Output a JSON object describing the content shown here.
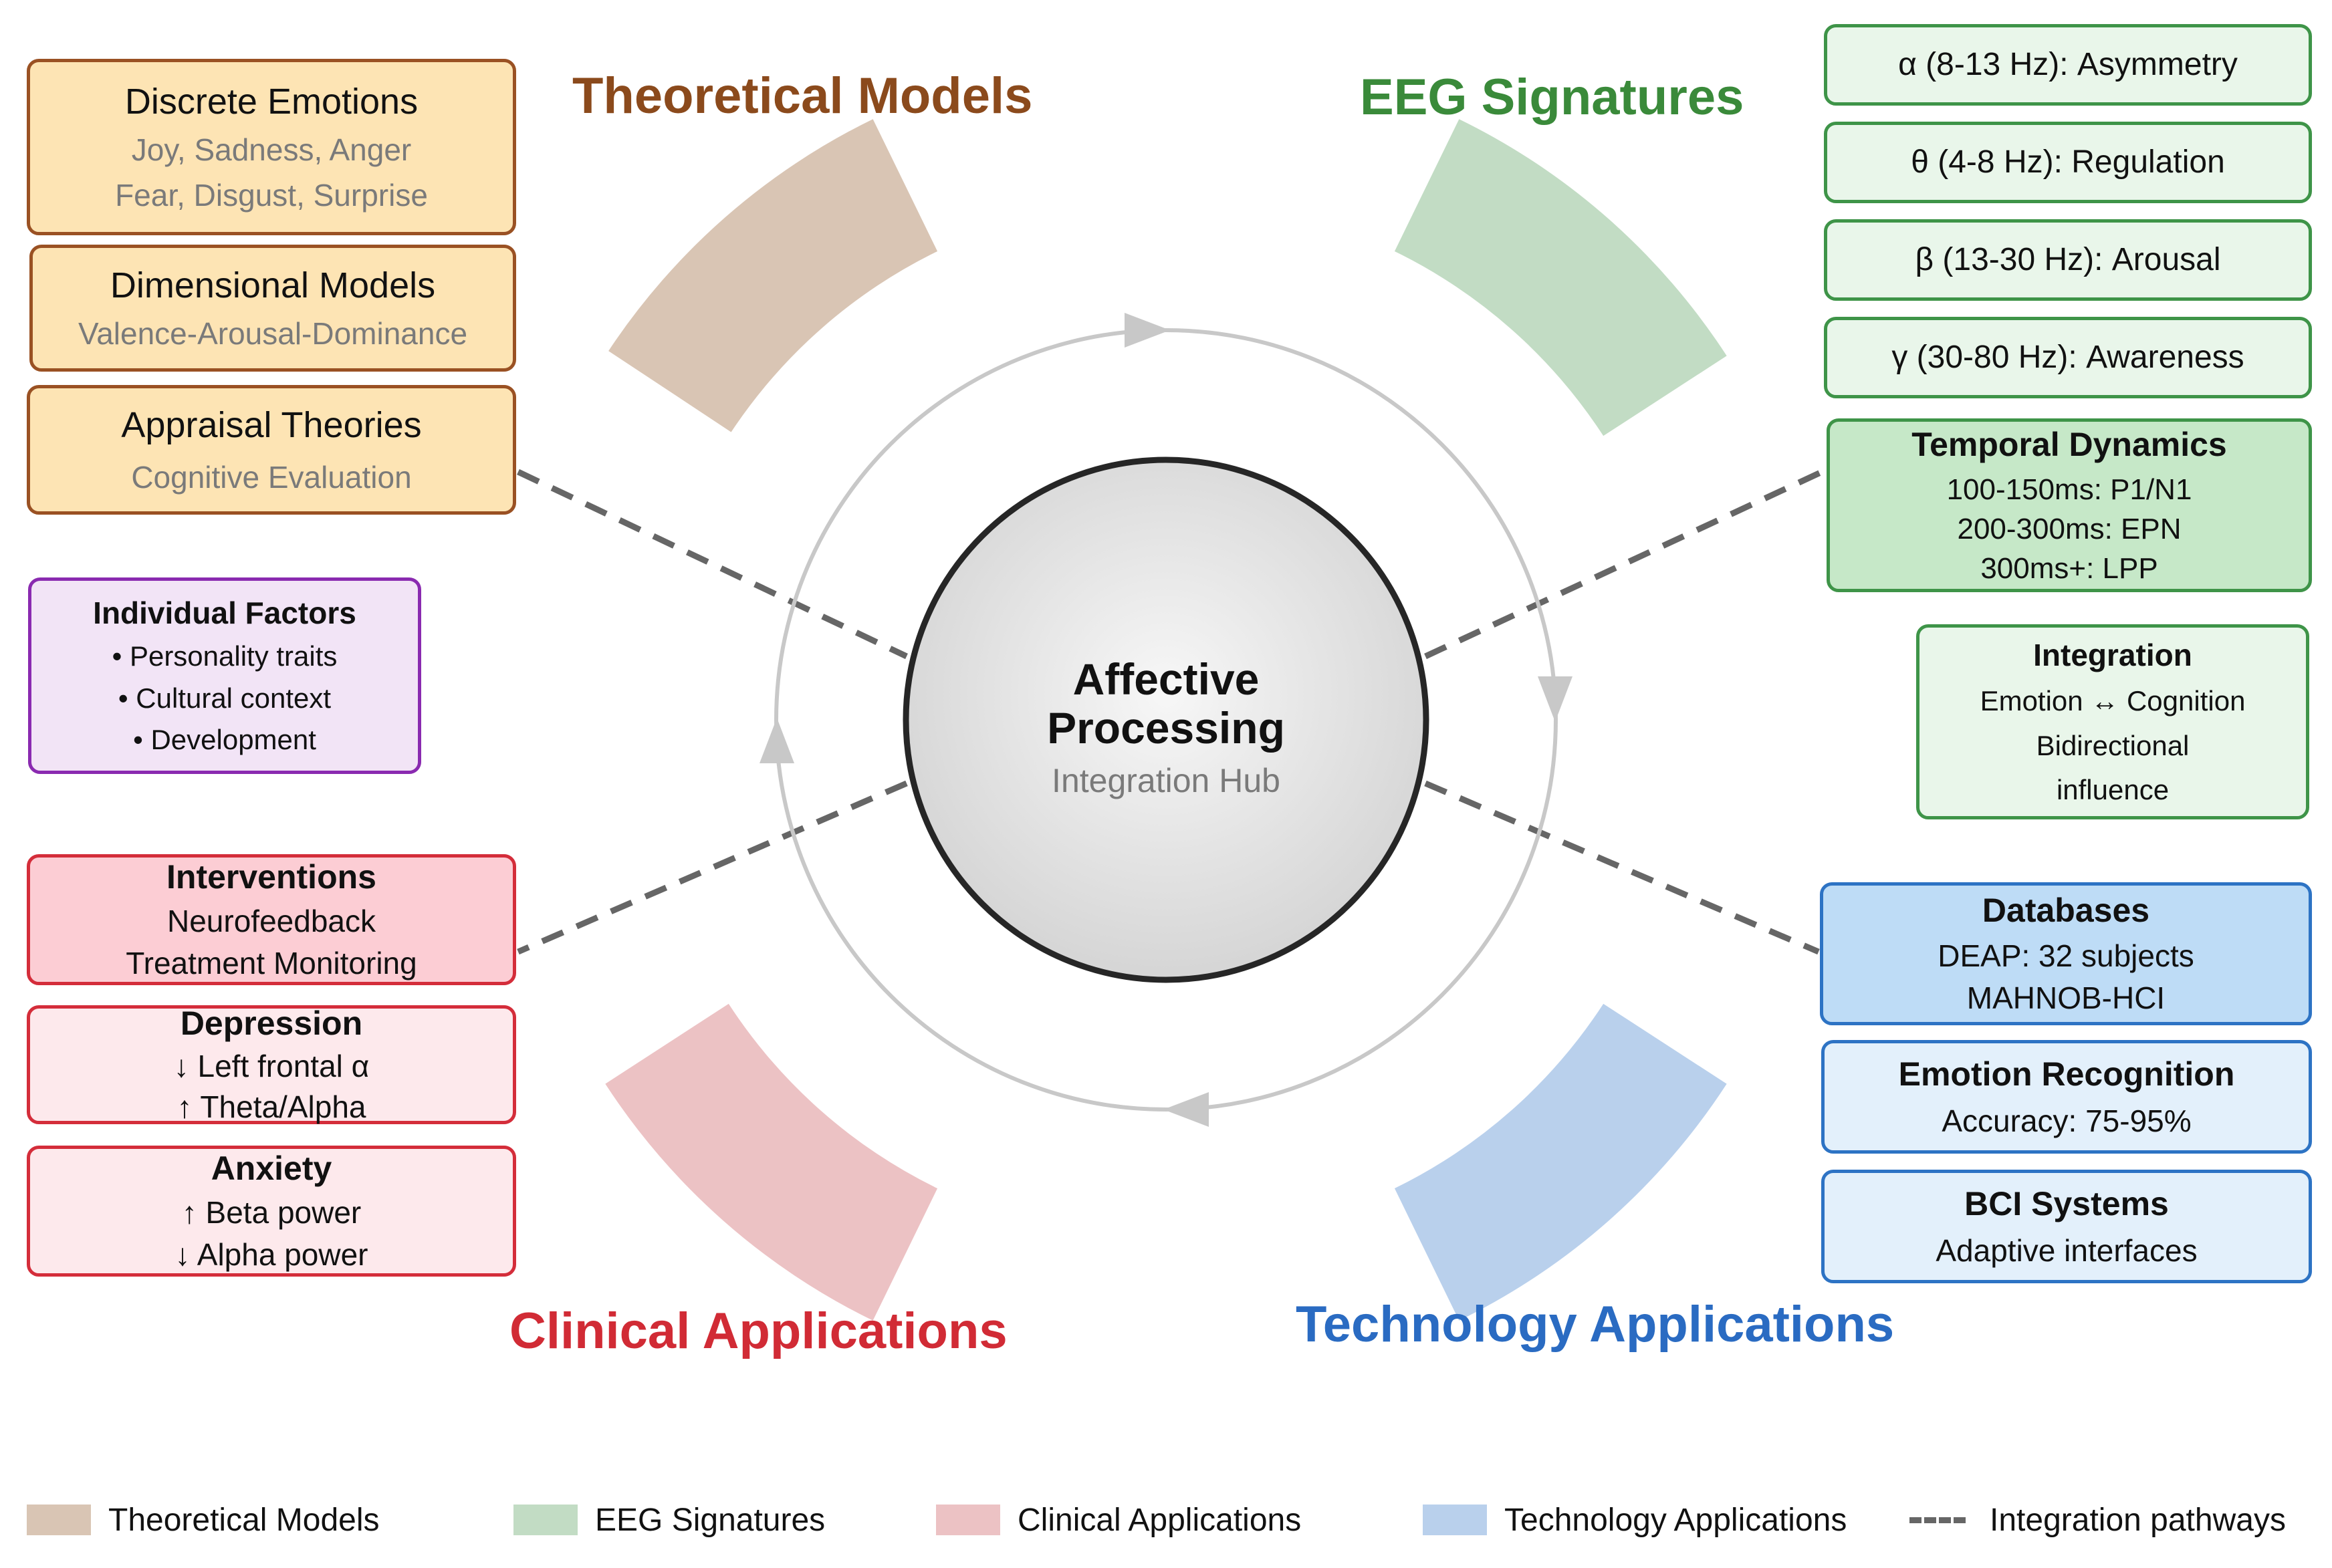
{
  "hub": {
    "title_line1": "Affective",
    "title_line2": "Processing",
    "subtitle": "Integration Hub"
  },
  "sections": {
    "theoretical": {
      "label": "Theoretical Models",
      "color": "#8b4a1c",
      "arc_color": "#d9c5b4"
    },
    "eeg": {
      "label": "EEG Signatures",
      "color": "#3a8a3a",
      "arc_color": "#c2dcc4"
    },
    "clinical": {
      "label": "Clinical Applications",
      "color": "#d12b35",
      "arc_color": "#ecc2c4"
    },
    "technology": {
      "label": "Technology Applications",
      "color": "#2a6bc2",
      "arc_color": "#b9d0ec"
    }
  },
  "theoretical_boxes": [
    {
      "title": "Discrete Emotions",
      "lines": [
        "Joy, Sadness, Anger",
        "Fear, Disgust, Surprise"
      ]
    },
    {
      "title": "Dimensional Models",
      "lines": [
        "Valence-Arousal-Dominance"
      ]
    },
    {
      "title": "Appraisal Theories",
      "lines": [
        "Cognitive Evaluation"
      ]
    }
  ],
  "individual_factors": {
    "title": "Individual Factors",
    "lines": [
      "• Personality traits",
      "• Cultural context",
      "• Development"
    ]
  },
  "clinical_boxes": [
    {
      "title": "Interventions",
      "lines": [
        "Neurofeedback",
        "Treatment Monitoring"
      ]
    },
    {
      "title": "Depression",
      "lines": [
        "↓ Left frontal α",
        "↑ Theta/Alpha"
      ]
    },
    {
      "title": "Anxiety",
      "lines": [
        "↑ Beta power",
        "↓ Alpha power"
      ]
    }
  ],
  "eeg_bands": [
    "α (8-13 Hz): Asymmetry",
    "θ (4-8 Hz): Regulation",
    "β (13-30 Hz): Arousal",
    "γ (30-80 Hz): Awareness"
  ],
  "temporal": {
    "title": "Temporal Dynamics",
    "lines": [
      "100-150ms: P1/N1",
      "200-300ms: EPN",
      "300ms+: LPP"
    ]
  },
  "integration": {
    "title": "Integration",
    "lines": [
      "Emotion ↔ Cognition",
      "Bidirectional",
      "influence"
    ]
  },
  "tech_boxes": [
    {
      "title": "Databases",
      "lines": [
        "DEAP: 32 subjects",
        "MAHNOB-HCI"
      ]
    },
    {
      "title": "Emotion Recognition",
      "lines": [
        "Accuracy: 75-95%"
      ]
    },
    {
      "title": "BCI Systems",
      "lines": [
        "Adaptive interfaces"
      ]
    }
  ],
  "legend": [
    {
      "label": "Theoretical Models",
      "color": "#d9c5b4"
    },
    {
      "label": "EEG Signatures",
      "color": "#c2dcc4"
    },
    {
      "label": "Clinical Applications",
      "color": "#ecc2c4"
    },
    {
      "label": "Technology Applications",
      "color": "#b9d0ec"
    },
    {
      "label": "Integration pathways",
      "dashed": true
    }
  ]
}
